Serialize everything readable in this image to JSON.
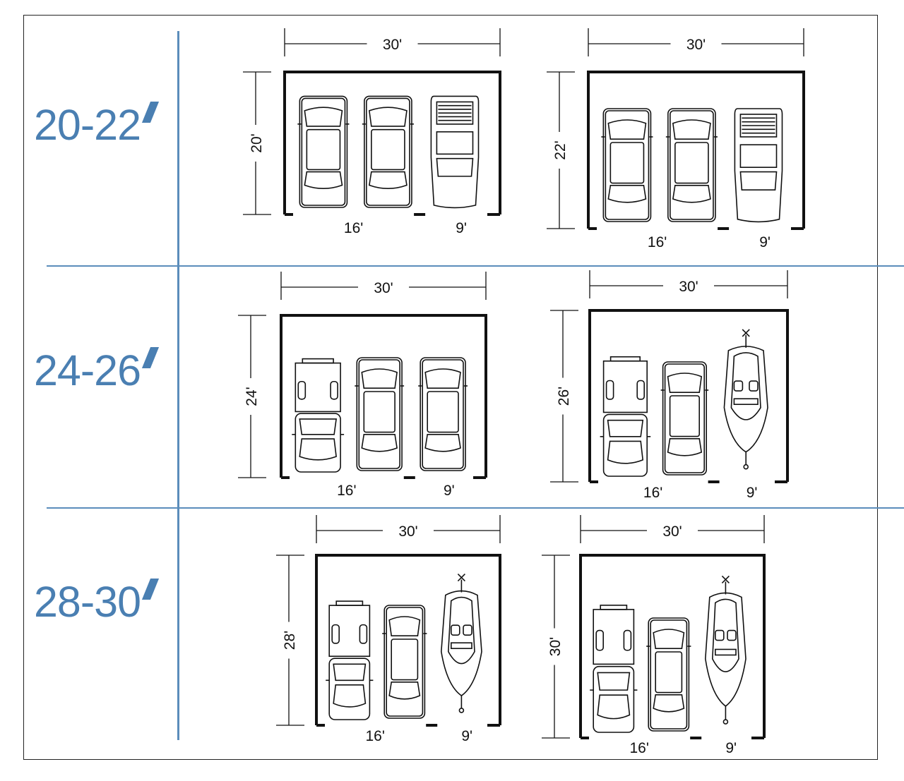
{
  "rows": [
    {
      "label": "20-22"
    },
    {
      "label": "24-26"
    },
    {
      "label": "28-30"
    }
  ],
  "plans": [
    {
      "width": "30'",
      "depth": "20'",
      "bay_large": "16'",
      "bay_small": "9'",
      "vehicles": [
        "sedan",
        "sedan",
        "sports-car"
      ]
    },
    {
      "width": "30'",
      "depth": "22'",
      "bay_large": "16'",
      "bay_small": "9'",
      "vehicles": [
        "sedan",
        "sedan",
        "sports-car"
      ]
    },
    {
      "width": "30'",
      "depth": "24'",
      "bay_large": "16'",
      "bay_small": "9'",
      "vehicles": [
        "pickup",
        "sedan",
        "sedan"
      ]
    },
    {
      "width": "30'",
      "depth": "26'",
      "bay_large": "16'",
      "bay_small": "9'",
      "vehicles": [
        "pickup",
        "sedan",
        "boat"
      ]
    },
    {
      "width": "30'",
      "depth": "28'",
      "bay_large": "16'",
      "bay_small": "9'",
      "vehicles": [
        "pickup",
        "sedan",
        "boat"
      ]
    },
    {
      "width": "30'",
      "depth": "30'",
      "bay_large": "16'",
      "bay_small": "9'",
      "vehicles": [
        "pickup",
        "sedan",
        "boat"
      ]
    }
  ],
  "colors": {
    "accent": "#4a7fb2",
    "rule": "#5b8dbb",
    "ink": "#111111"
  }
}
